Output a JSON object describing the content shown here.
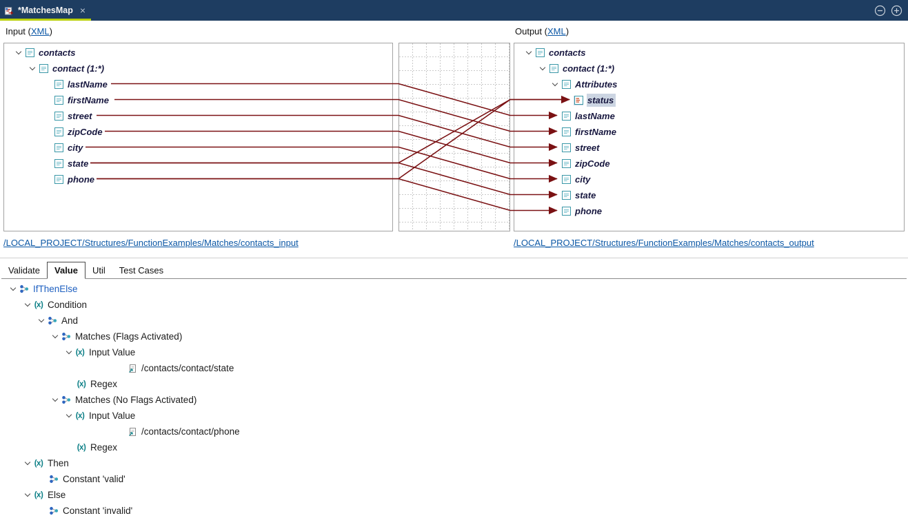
{
  "titlebar": {
    "tab_title": "*MatchesMap",
    "close_glyph": "×"
  },
  "mapping": {
    "input_header": {
      "prefix": "Input (",
      "link": "XML",
      "suffix": ")"
    },
    "output_header": {
      "prefix": "Output (",
      "link": "XML",
      "suffix": ")"
    },
    "input_path_link": "/LOCAL_PROJECT/Structures/FunctionExamples/Matches/contacts_input",
    "output_path_link": "/LOCAL_PROJECT/Structures/FunctionExamples/Matches/contacts_output",
    "input_tree": {
      "rows": [
        {
          "label": "contacts",
          "indent": 12,
          "expand": true,
          "icon": "element"
        },
        {
          "label": "contact (1:*)",
          "indent": 32,
          "expand": true,
          "icon": "element"
        },
        {
          "label": "lastName",
          "indent": 72,
          "expand": false,
          "icon": "element"
        },
        {
          "label": "firstName",
          "indent": 72,
          "expand": false,
          "icon": "element"
        },
        {
          "label": "street",
          "indent": 72,
          "expand": false,
          "icon": "element"
        },
        {
          "label": "zipCode",
          "indent": 72,
          "expand": false,
          "icon": "element"
        },
        {
          "label": "city",
          "indent": 72,
          "expand": false,
          "icon": "element"
        },
        {
          "label": "state",
          "indent": 72,
          "expand": false,
          "icon": "element"
        },
        {
          "label": "phone",
          "indent": 72,
          "expand": false,
          "icon": "element"
        }
      ]
    },
    "output_tree": {
      "rows": [
        {
          "label": "contacts",
          "indent": 12,
          "expand": true,
          "icon": "element"
        },
        {
          "label": "contact (1:*)",
          "indent": 32,
          "expand": true,
          "icon": "element"
        },
        {
          "label": "Attributes",
          "indent": 50,
          "expand": true,
          "icon": "element"
        },
        {
          "label": "status",
          "indent": 86,
          "expand": false,
          "icon": "attribute",
          "selected": true
        },
        {
          "label": "lastName",
          "indent": 68,
          "expand": false,
          "icon": "element"
        },
        {
          "label": "firstName",
          "indent": 68,
          "expand": false,
          "icon": "element"
        },
        {
          "label": "street",
          "indent": 68,
          "expand": false,
          "icon": "element"
        },
        {
          "label": "zipCode",
          "indent": 68,
          "expand": false,
          "icon": "element"
        },
        {
          "label": "city",
          "indent": 68,
          "expand": false,
          "icon": "element"
        },
        {
          "label": "state",
          "indent": 68,
          "expand": false,
          "icon": "element"
        },
        {
          "label": "phone",
          "indent": 68,
          "expand": false,
          "icon": "element"
        }
      ]
    },
    "connections": [
      {
        "from": "lastName",
        "to": "lastName"
      },
      {
        "from": "firstName",
        "to": "firstName"
      },
      {
        "from": "street",
        "to": "street"
      },
      {
        "from": "zipCode",
        "to": "zipCode"
      },
      {
        "from": "city",
        "to": "city"
      },
      {
        "from": "state",
        "to": "state"
      },
      {
        "from": "phone",
        "to": "phone"
      },
      {
        "from": "state",
        "to": "status"
      },
      {
        "from": "phone",
        "to": "status"
      }
    ]
  },
  "bottom": {
    "tabs": [
      {
        "label": "Validate"
      },
      {
        "label": "Value",
        "active": true
      },
      {
        "label": "Util"
      },
      {
        "label": "Test Cases"
      }
    ],
    "tree": {
      "rows": [
        {
          "label": "IfThenElse",
          "indent": 10,
          "expand": true,
          "icon": "function",
          "blue": true
        },
        {
          "label": "Condition",
          "indent": 31,
          "expand": true,
          "icon": "value"
        },
        {
          "label": "And",
          "indent": 51,
          "expand": true,
          "icon": "function"
        },
        {
          "label": "Matches (Flags Activated)",
          "indent": 71,
          "expand": true,
          "icon": "function"
        },
        {
          "label": "Input Value",
          "indent": 91,
          "expand": true,
          "icon": "value"
        },
        {
          "label": "/contacts/contact/state",
          "indent": 185,
          "expand": false,
          "icon": "noderef"
        },
        {
          "label": "Regex",
          "indent": 111,
          "expand": false,
          "icon": "value"
        },
        {
          "label": "Matches (No Flags Activated)",
          "indent": 71,
          "expand": true,
          "icon": "function"
        },
        {
          "label": "Input Value",
          "indent": 91,
          "expand": true,
          "icon": "value"
        },
        {
          "label": "/contacts/contact/phone",
          "indent": 185,
          "expand": false,
          "icon": "noderef"
        },
        {
          "label": "Regex",
          "indent": 111,
          "expand": false,
          "icon": "value"
        },
        {
          "label": "Then",
          "indent": 31,
          "expand": true,
          "icon": "value"
        },
        {
          "label": "Constant 'valid'",
          "indent": 71,
          "expand": false,
          "icon": "function"
        },
        {
          "label": "Else",
          "indent": 31,
          "expand": true,
          "icon": "value"
        },
        {
          "label": "Constant 'invalid'",
          "indent": 71,
          "expand": false,
          "icon": "function"
        }
      ]
    }
  },
  "icons": {
    "value_glyph": "(x)"
  },
  "colors": {
    "titlebar": "#1e3d61",
    "accent": "#b9cf04",
    "line": "#7a1113",
    "link": "#0b57a5",
    "selection": "#ccd5e2",
    "elem_text": "#17173f",
    "node_blue": "#1d5fc0",
    "teal": "#0c7f86"
  }
}
